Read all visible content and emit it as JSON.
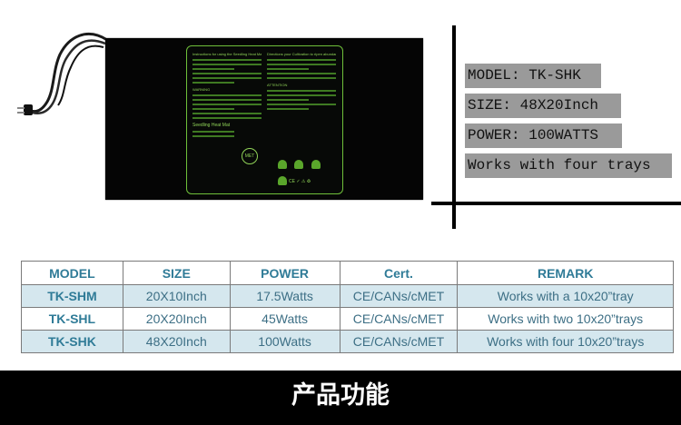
{
  "product": {
    "panel_title_left": "Instructions for using the Seedling Heat Mat",
    "panel_title_right": "Directions your Cultivation to ripen abundant",
    "warning_label": "WARNING",
    "attention_label": "ATTENTION",
    "mat_name": "Seedling Heat Mat",
    "badge": "MET",
    "marks": "CE ✓ ⚠ ♻"
  },
  "specs": {
    "model": "MODEL: TK-SHK",
    "size": "SIZE: 48X20Inch",
    "power": "POWER: 100WATTS",
    "trays": "Works with four trays"
  },
  "table": {
    "headers": [
      "MODEL",
      "SIZE",
      "POWER",
      "Cert.",
      "REMARK"
    ],
    "rows": [
      [
        "TK-SHM",
        "20X10Inch",
        "17.5Watts",
        "CE/CANs/cMET",
        "Works with a 10x20”tray"
      ],
      [
        "TK-SHL",
        "20X20Inch",
        "45Watts",
        "CE/CANs/cMET",
        "Works with two 10x20”trays"
      ],
      [
        "TK-SHK",
        "48X20Inch",
        "100Watts",
        "CE/CANs/cMET",
        "Works with four 10x20”trays"
      ]
    ]
  },
  "footer": {
    "title": "产品功能"
  },
  "colors": {
    "accent": "#2f7b97",
    "highlight_row": "#d5e7ee",
    "spec_box": "#9a9a9a",
    "mat_print": "#8fd257"
  }
}
